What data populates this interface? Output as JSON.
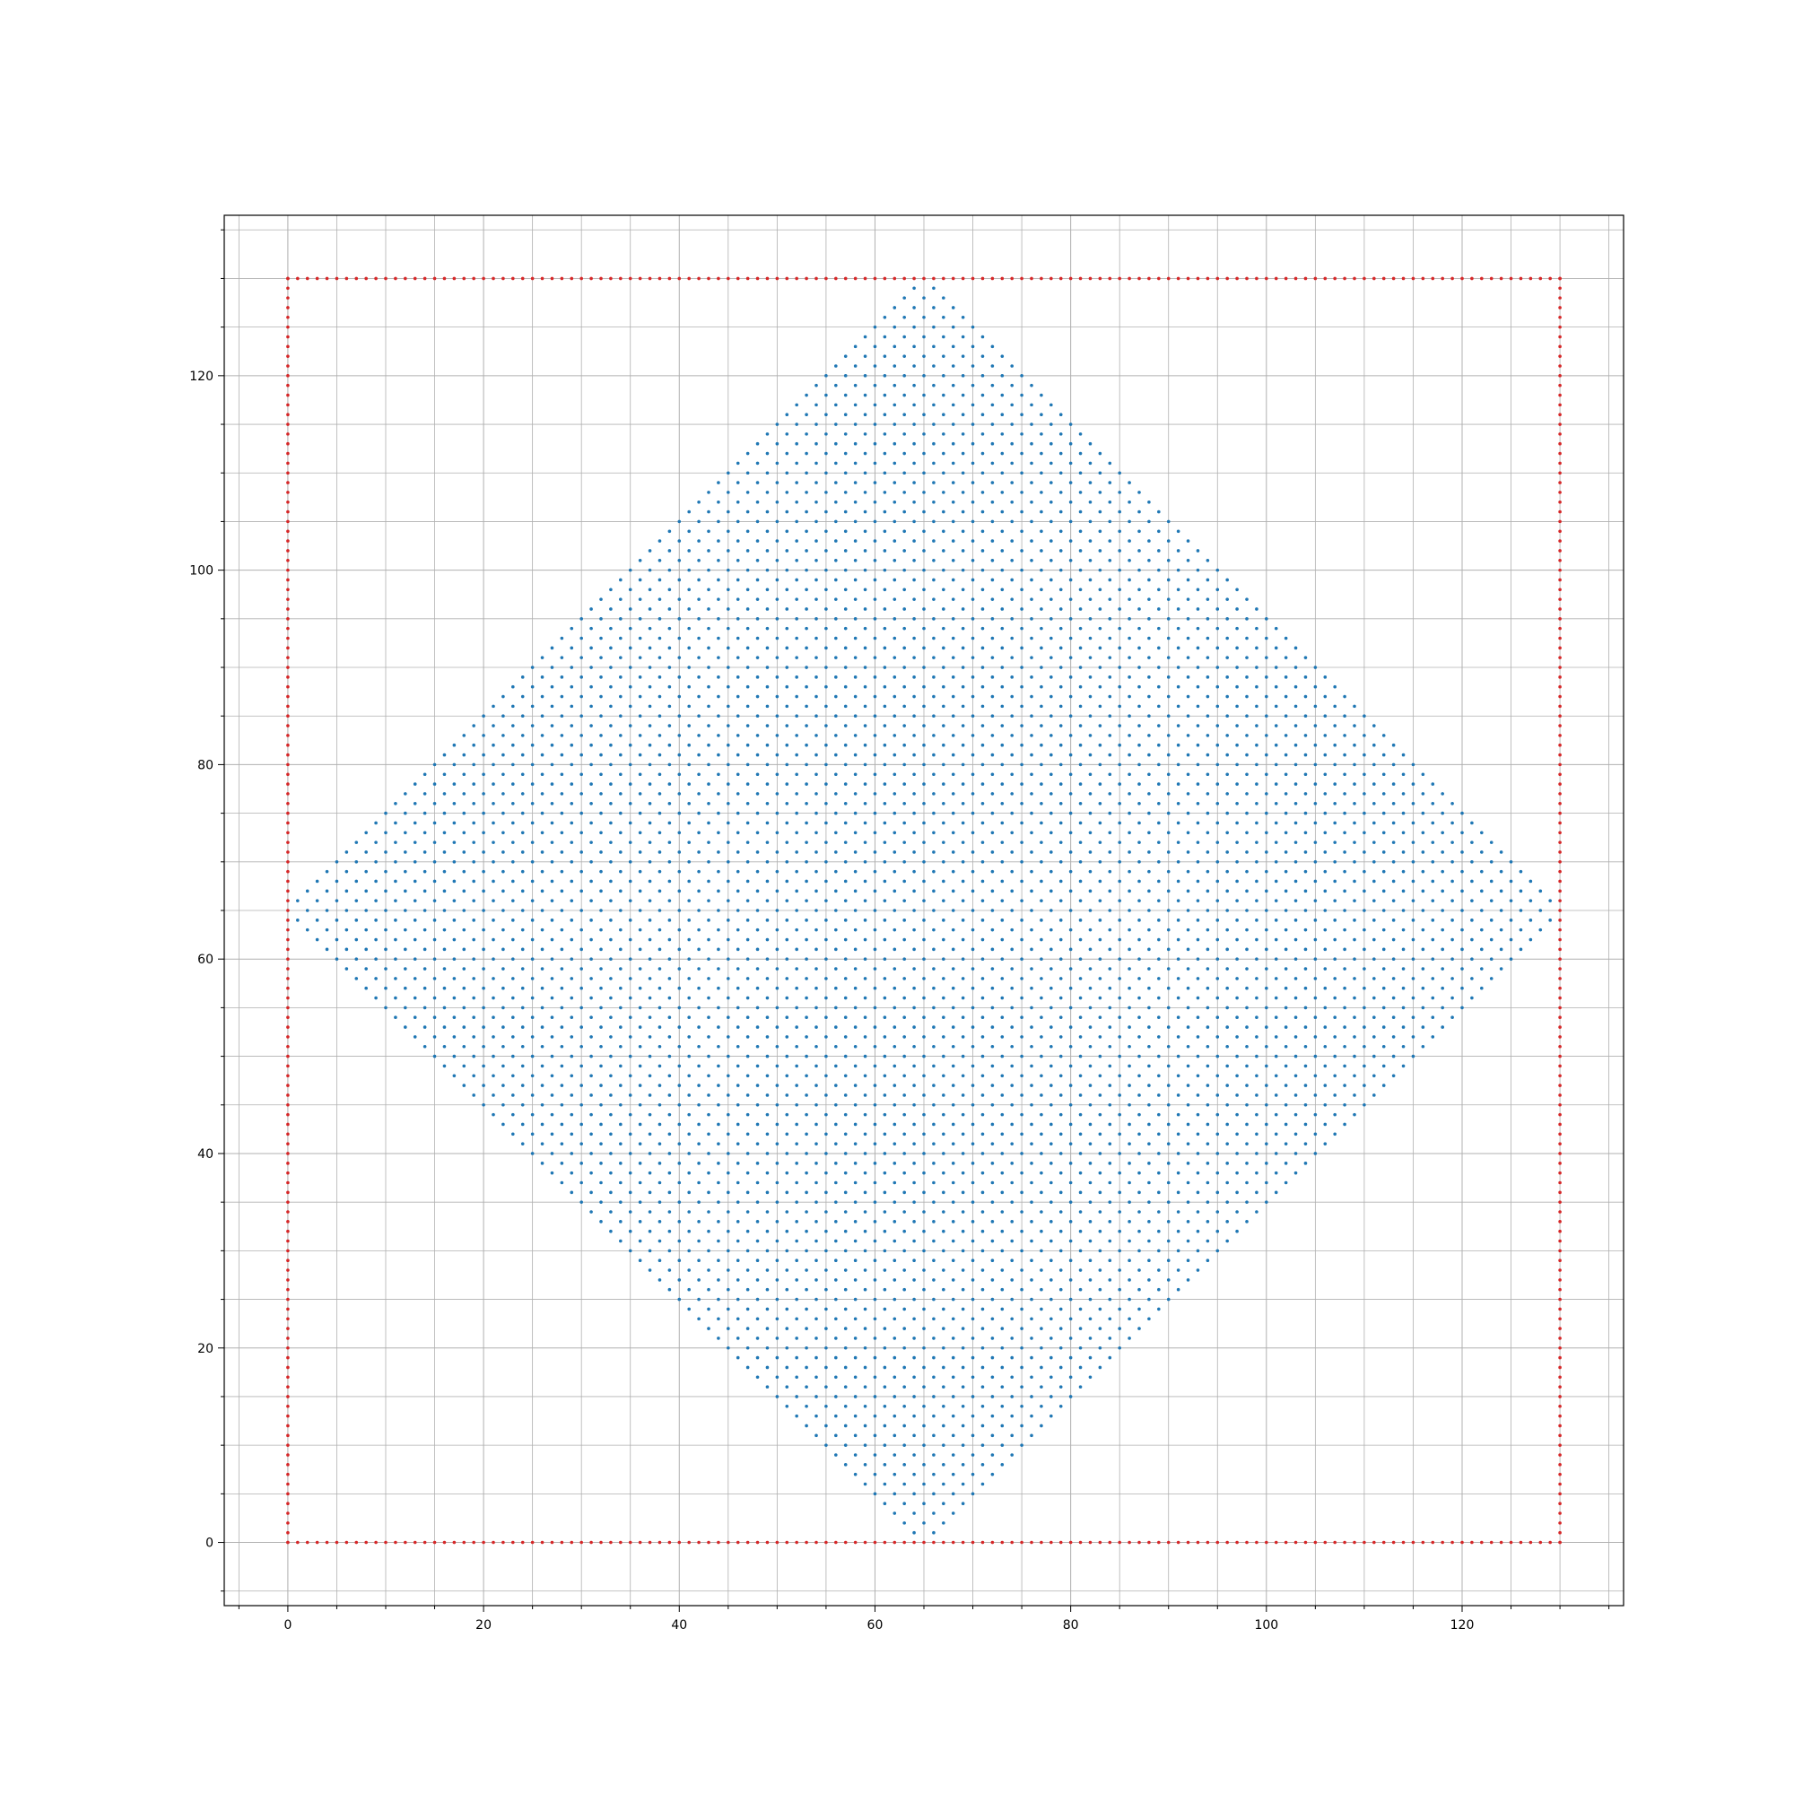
{
  "chart_data": {
    "type": "scatter",
    "title": "",
    "xlabel": "",
    "ylabel": "",
    "xlim": [
      -6.5,
      136.5
    ],
    "ylim": [
      -6.5,
      136.5
    ],
    "grid": true,
    "minor_grid": true,
    "major_ticks": [
      0,
      20,
      40,
      60,
      80,
      100,
      120
    ],
    "major_tick_labels": [
      "0",
      "20",
      "40",
      "60",
      "80",
      "100",
      "120"
    ],
    "minor_tick_step": 5,
    "boundary": {
      "min": 0,
      "max": 130,
      "step": 1
    },
    "interior": {
      "center": [
        65,
        65
      ],
      "half_width": 65,
      "parity": "x+y odd"
    },
    "series": [
      {
        "kind": "interior-points",
        "color": "#1f77b4"
      },
      {
        "kind": "boundary-points",
        "color": "#d62728"
      }
    ]
  }
}
